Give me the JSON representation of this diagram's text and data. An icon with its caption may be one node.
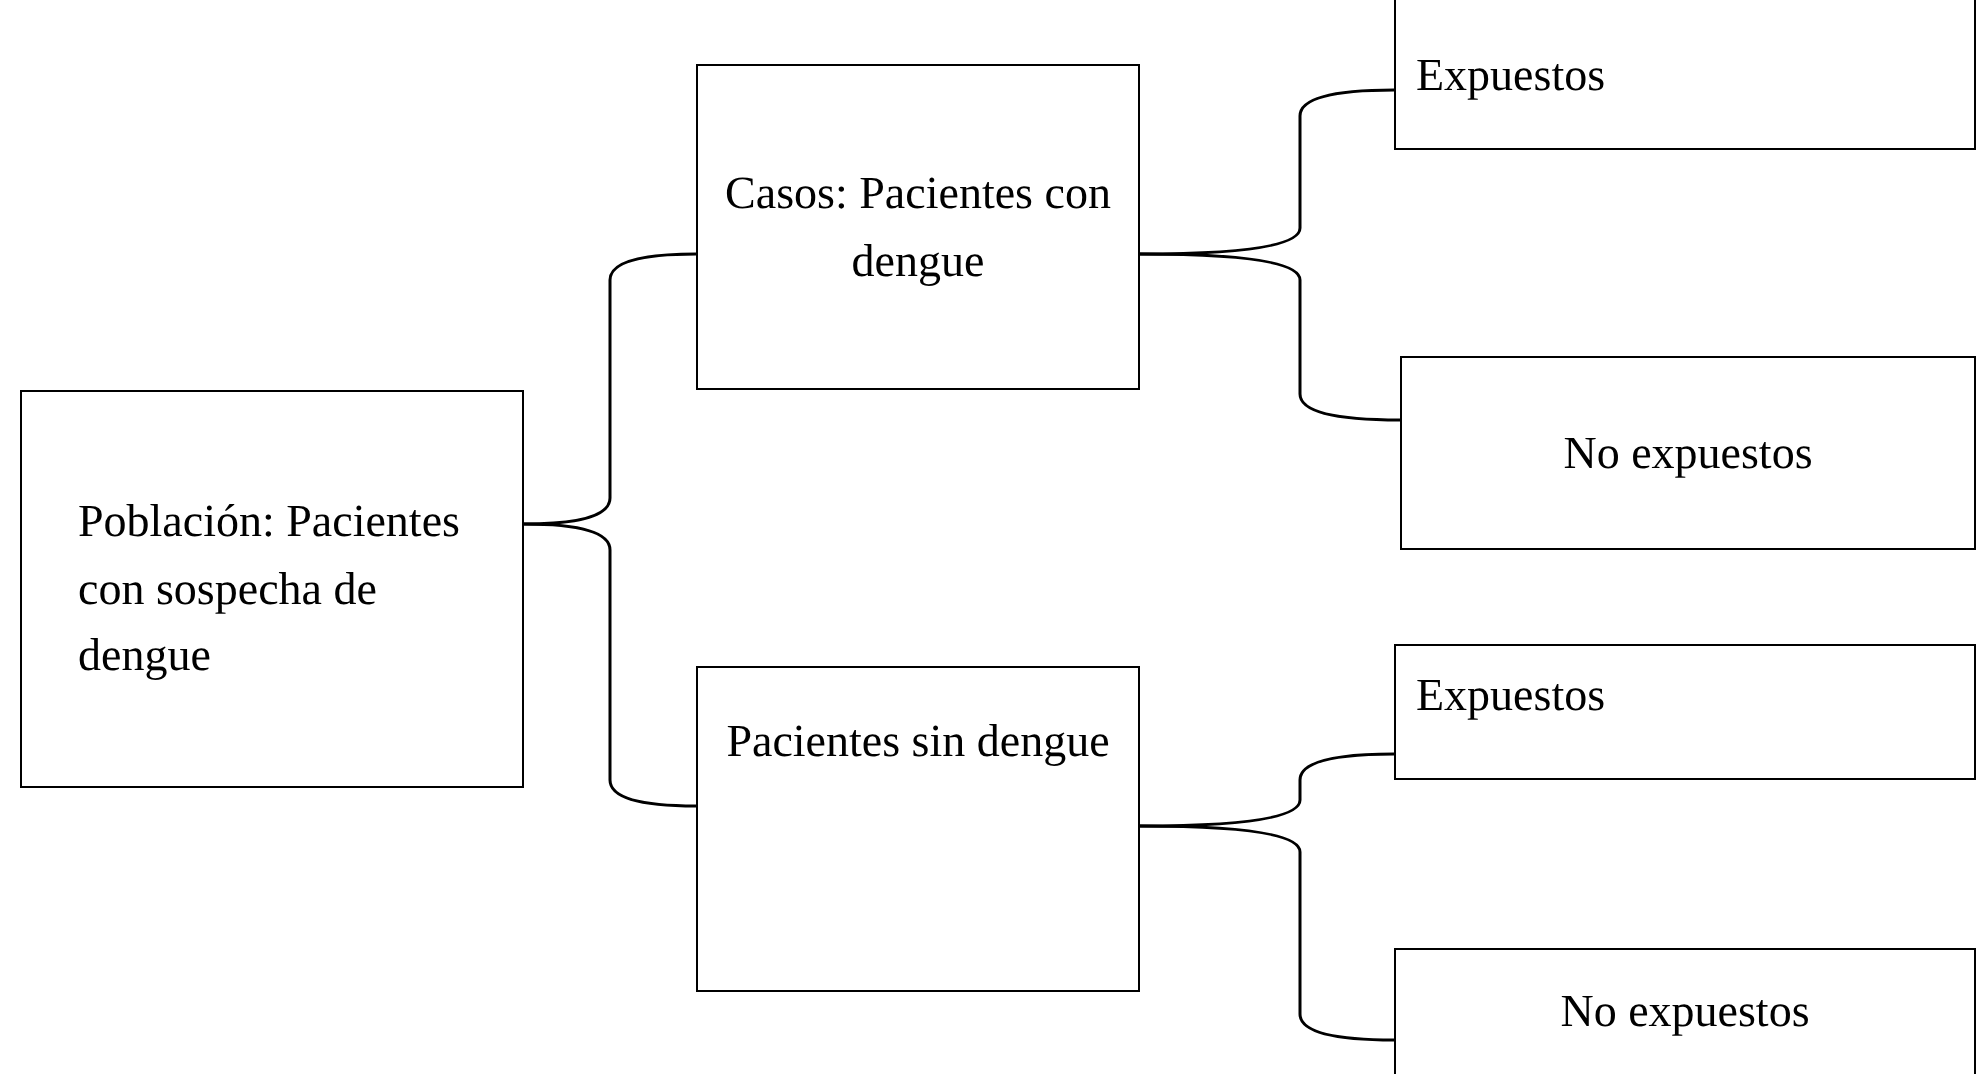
{
  "diagram": {
    "nodes": [
      {
        "text": [
          "Población: Pacientes con sospecha de dengue"
        ]
      },
      {
        "text": [
          "Casos: Pacientes con dengue"
        ]
      },
      {
        "text": [
          "Pacientes sin dengue"
        ]
      },
      {
        "text": [
          "Expuestos"
        ]
      },
      {
        "text": [
          "No expuestos"
        ]
      },
      {
        "text": [
          "Expuestos"
        ]
      },
      {
        "text": [
          "No expuestos"
        ]
      }
    ],
    "edges": [
      {
        "from": 0,
        "to": 1,
        "arrow": "none"
      },
      {
        "from": 0,
        "to": 2,
        "arrow": "none"
      },
      {
        "from": 1,
        "to": 3,
        "arrow": "none"
      },
      {
        "from": 1,
        "to": 4,
        "arrow": "none"
      },
      {
        "from": 2,
        "to": 5,
        "arrow": "none"
      },
      {
        "from": 2,
        "to": 6,
        "arrow": "none"
      }
    ]
  }
}
